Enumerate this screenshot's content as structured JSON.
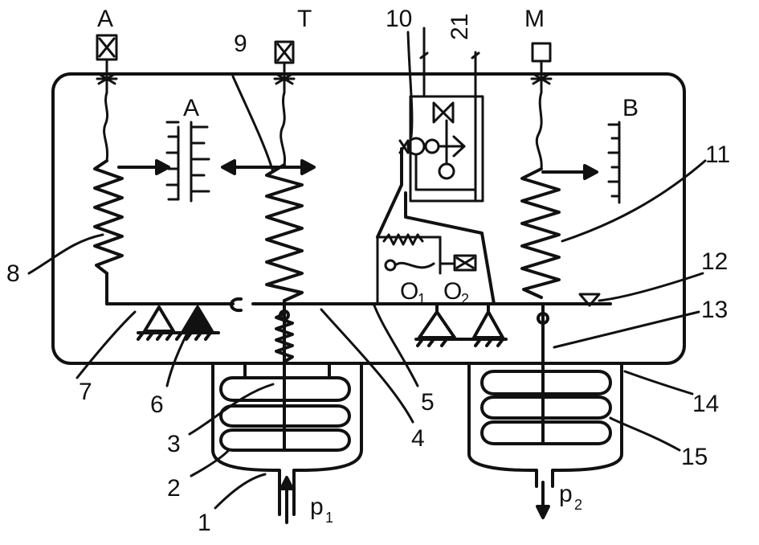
{
  "labels": {
    "A_top": "A",
    "T": "T",
    "M": "M",
    "A_scale": "A",
    "B": "B",
    "n1": "1",
    "n2": "2",
    "n3": "3",
    "n4": "4",
    "n5": "5",
    "n6": "6",
    "n7": "7",
    "n8": "8",
    "n9": "9",
    "n10": "10",
    "n11": "11",
    "n12": "12",
    "n13": "13",
    "n14": "14",
    "n15": "15",
    "n21": "21",
    "O1": "O",
    "O1_sub": "1",
    "O2": "O",
    "O2_sub": "2",
    "p1": "p",
    "p1_sub": "1",
    "p2": "p",
    "p2_sub": "2"
  }
}
